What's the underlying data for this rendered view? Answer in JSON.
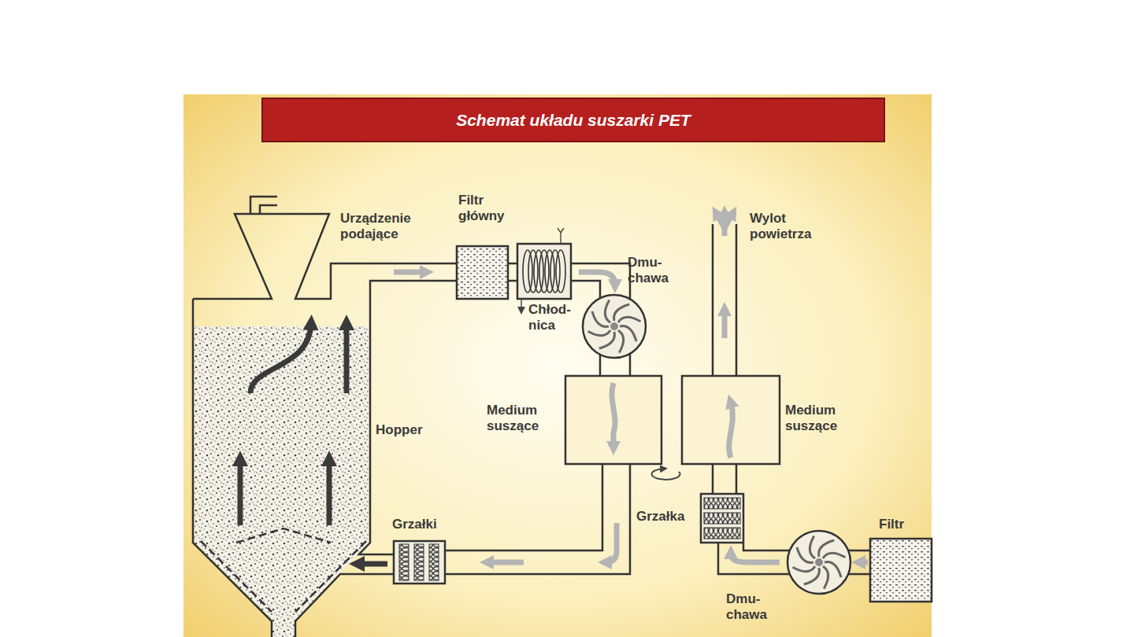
{
  "diagram": {
    "title": "Schemat układu suszarki PET",
    "labels": [
      "Urządzenie podające",
      "Filtr główny",
      "Wylot powietrza",
      "Dmu- chawa",
      "Chłod- nica",
      "Hopper",
      "Medium suszące",
      "Medium suszące",
      "Grzałki",
      "Grzałka",
      "Filtr",
      "Dmu- chawa"
    ]
  }
}
